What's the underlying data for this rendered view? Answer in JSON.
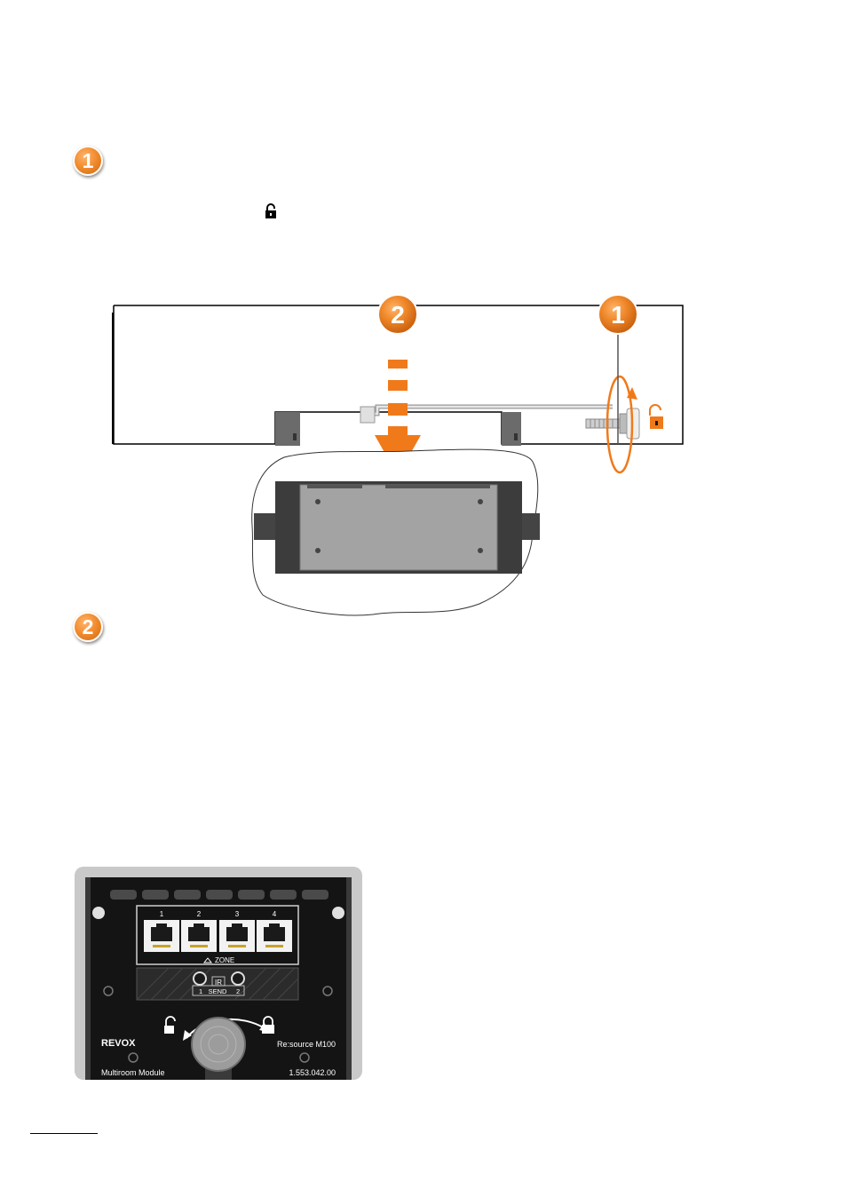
{
  "steps": [
    {
      "number": "1"
    },
    {
      "number": "2"
    }
  ],
  "icons": {
    "inline_unlock": "unlock-icon",
    "diagram_unlock": "unlock-icon",
    "panel_unlock": "unlock-icon",
    "panel_lock": "lock-icon"
  },
  "diagram": {
    "callout_1": "1",
    "callout_2": "2",
    "accent_color": "#f07a1a"
  },
  "panel": {
    "brand": "REVOX",
    "product_name": "Re:source M100",
    "module_label": "Multiroom Module",
    "part_number": "1.553.042.00",
    "port_numbers": [
      "1",
      "2",
      "3",
      "4"
    ],
    "zone_label": "ZONE",
    "ir_label": "IR",
    "send_label": "SEND",
    "send_left": "1",
    "send_right": "2"
  }
}
